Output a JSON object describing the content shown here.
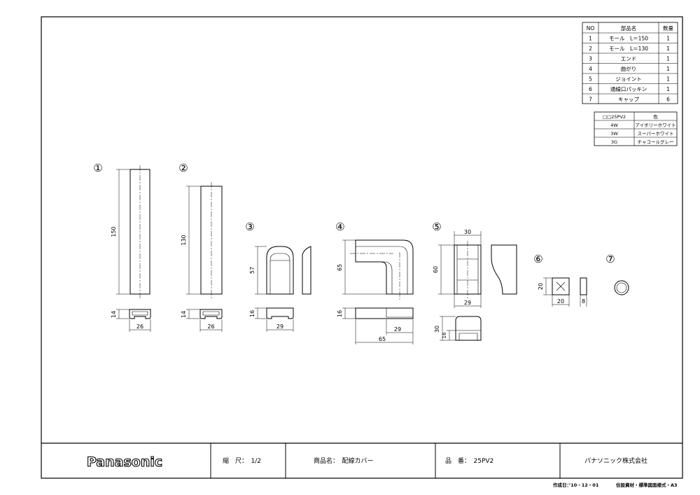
{
  "parts_table": {
    "headers": {
      "no": "NO",
      "name": "部品名",
      "qty": "数量"
    },
    "rows": [
      {
        "no": "1",
        "name": "モール　L＝150",
        "qty": "1"
      },
      {
        "no": "2",
        "name": "モール　L＝130",
        "qty": "1"
      },
      {
        "no": "3",
        "name": "エンド",
        "qty": "1"
      },
      {
        "no": "4",
        "name": "曲がり",
        "qty": "1"
      },
      {
        "no": "5",
        "name": "ジョイント",
        "qty": "1"
      },
      {
        "no": "6",
        "name": "通線口パッキン",
        "qty": "1"
      },
      {
        "no": "7",
        "name": "キャップ",
        "qty": "6"
      }
    ]
  },
  "color_table": {
    "headers": {
      "code": "□□25PV2",
      "color": "色"
    },
    "rows": [
      {
        "code": "4W",
        "color": "アイボリーホワイト"
      },
      {
        "code": "3W",
        "color": "スーパーホワイト"
      },
      {
        "code": "3G",
        "color": "チャコールグレー"
      }
    ]
  },
  "markers": [
    "①",
    "②",
    "③",
    "④",
    "⑤",
    "⑥",
    "⑦"
  ],
  "dimensions": {
    "p1_len": "150",
    "p1_h": "14",
    "p1_w": "26",
    "p2_len": "130",
    "p2_h": "14",
    "p2_w": "26",
    "p3_len": "57",
    "p3_h": "16",
    "p3_w": "29",
    "p4_len": "65",
    "p4_h": "16",
    "p4_w": "29",
    "p4_total": "65",
    "p5_top": "30",
    "p5_len": "60",
    "p5_w": "29",
    "p5_len2": "30",
    "p5_h": "16",
    "p6_h": "20",
    "p6_w": "20",
    "p6_t": "8"
  },
  "title_block": {
    "brand": "Panasonic",
    "scale": "縮　尺：　1/2",
    "product_name": "商品名：　配線カバー",
    "model": "品　番：　25PV2",
    "company": "パナソニック株式会社"
  },
  "footer": {
    "created": "作成日：’10・12・01",
    "standard": "住設資材・標準図面様式・A3"
  }
}
